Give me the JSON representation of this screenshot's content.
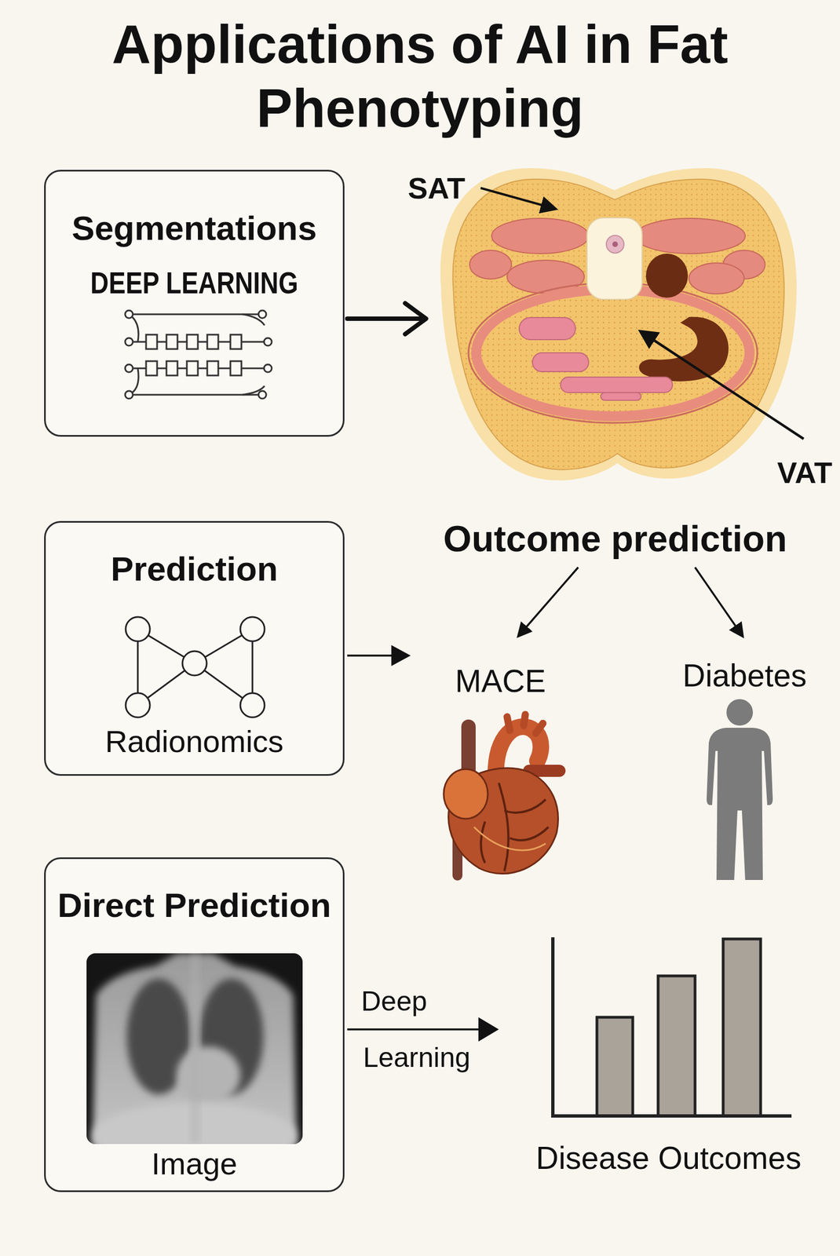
{
  "diagram": {
    "title": "Applications of AI in Fat Phenotyping",
    "nodes": [
      {
        "text": [
          "Segmentations",
          "DEEP LEARNING"
        ]
      },
      {
        "text": [
          "Prediction",
          "Radionomics"
        ]
      },
      {
        "text": [
          "Direct Prediction",
          "Image"
        ]
      }
    ],
    "labels": [
      "SAT",
      "VAT",
      "Outcome prediction",
      "MACE",
      "Diabetes",
      "Deep",
      "Learning",
      "Disease Outcomes"
    ]
  }
}
